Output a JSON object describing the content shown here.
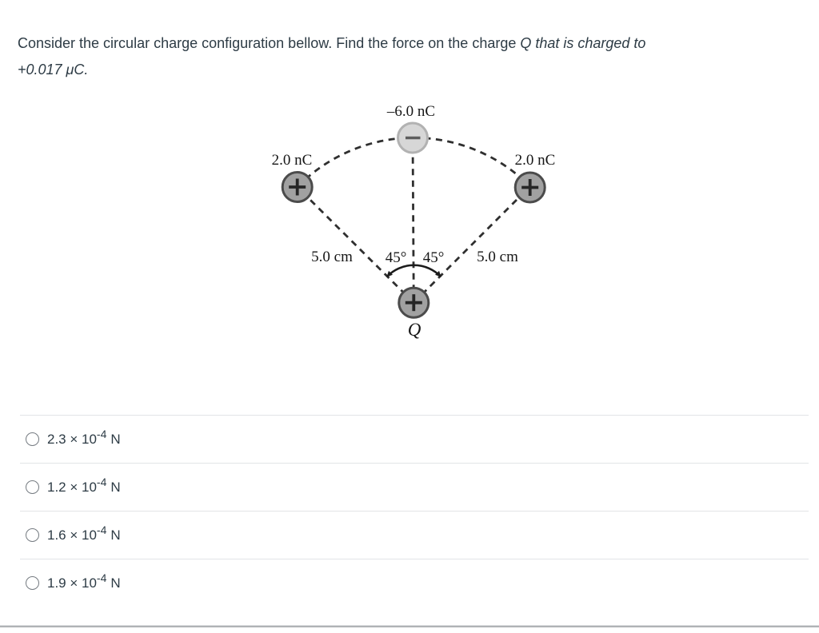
{
  "question": {
    "regular": "Consider the circular charge configuration bellow. Find the force on the charge ",
    "italic_line1": "Q that is charged to",
    "italic_line2": "+0.017 μC."
  },
  "diagram": {
    "top_charge_label": "–6.0 nC",
    "left_charge_label": "2.0 nC",
    "right_charge_label": "2.0 nC",
    "bottom_charge_label": "Q",
    "left_distance_label": "5.0 cm",
    "right_distance_label": "5.0 cm",
    "left_angle_label": "45°",
    "right_angle_label": "45°",
    "top_charge_sign": "−",
    "left_charge_sign": "+",
    "right_charge_sign": "+",
    "bottom_charge_sign": "+",
    "colors": {
      "positive_fill": "#a1a1a1",
      "positive_stroke": "#4b4b4b",
      "negative_fill": "#d7d7d7",
      "negative_stroke": "#b2b2b2",
      "dashed_line": "#2f2f2f",
      "label_text": "#161616"
    }
  },
  "options": [
    {
      "base": "2.3 × 10",
      "exponent": "-4",
      "unit": "N"
    },
    {
      "base": "1.2 × 10",
      "exponent": "-4",
      "unit": "N"
    },
    {
      "base": "1.6 × 10",
      "exponent": "-4",
      "unit": "N"
    },
    {
      "base": "1.9 × 10",
      "exponent": "-4",
      "unit": "N"
    }
  ],
  "ui_colors": {
    "question_text": "#2d3b45",
    "divider": "#e2e4e7",
    "bottom_rule": "#b0b3b6"
  }
}
